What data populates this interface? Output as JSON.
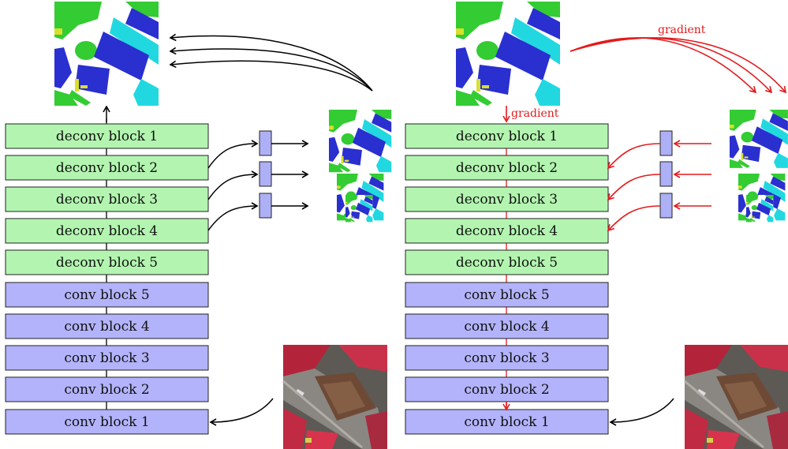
{
  "left_stack": {
    "deconv": [
      "deconv block 1",
      "deconv block 2",
      "deconv block 3",
      "deconv block 4",
      "deconv block 5"
    ],
    "conv": [
      "conv block 5",
      "conv block 4",
      "conv block 3",
      "conv block 2",
      "conv block 1"
    ]
  },
  "right_stack": {
    "deconv": [
      "deconv block 1",
      "deconv block 2",
      "deconv block 3",
      "deconv block 4",
      "deconv block 5"
    ],
    "conv": [
      "conv block 5",
      "conv block 4",
      "conv block 3",
      "conv block 2",
      "conv block 1"
    ]
  },
  "labels": {
    "gradient_top": "gradient",
    "gradient_side": "gradient"
  },
  "colors": {
    "deconv_fill": "#b3f5b0",
    "conv_fill": "#b3b3fb",
    "side_fill": "#aeb0f6",
    "gradient": "#e31a1c",
    "seg_green": "#33cc33",
    "seg_blue": "#2a2fd0",
    "seg_cyan": "#22d8e0",
    "seg_yellow": "#d8e02a"
  }
}
